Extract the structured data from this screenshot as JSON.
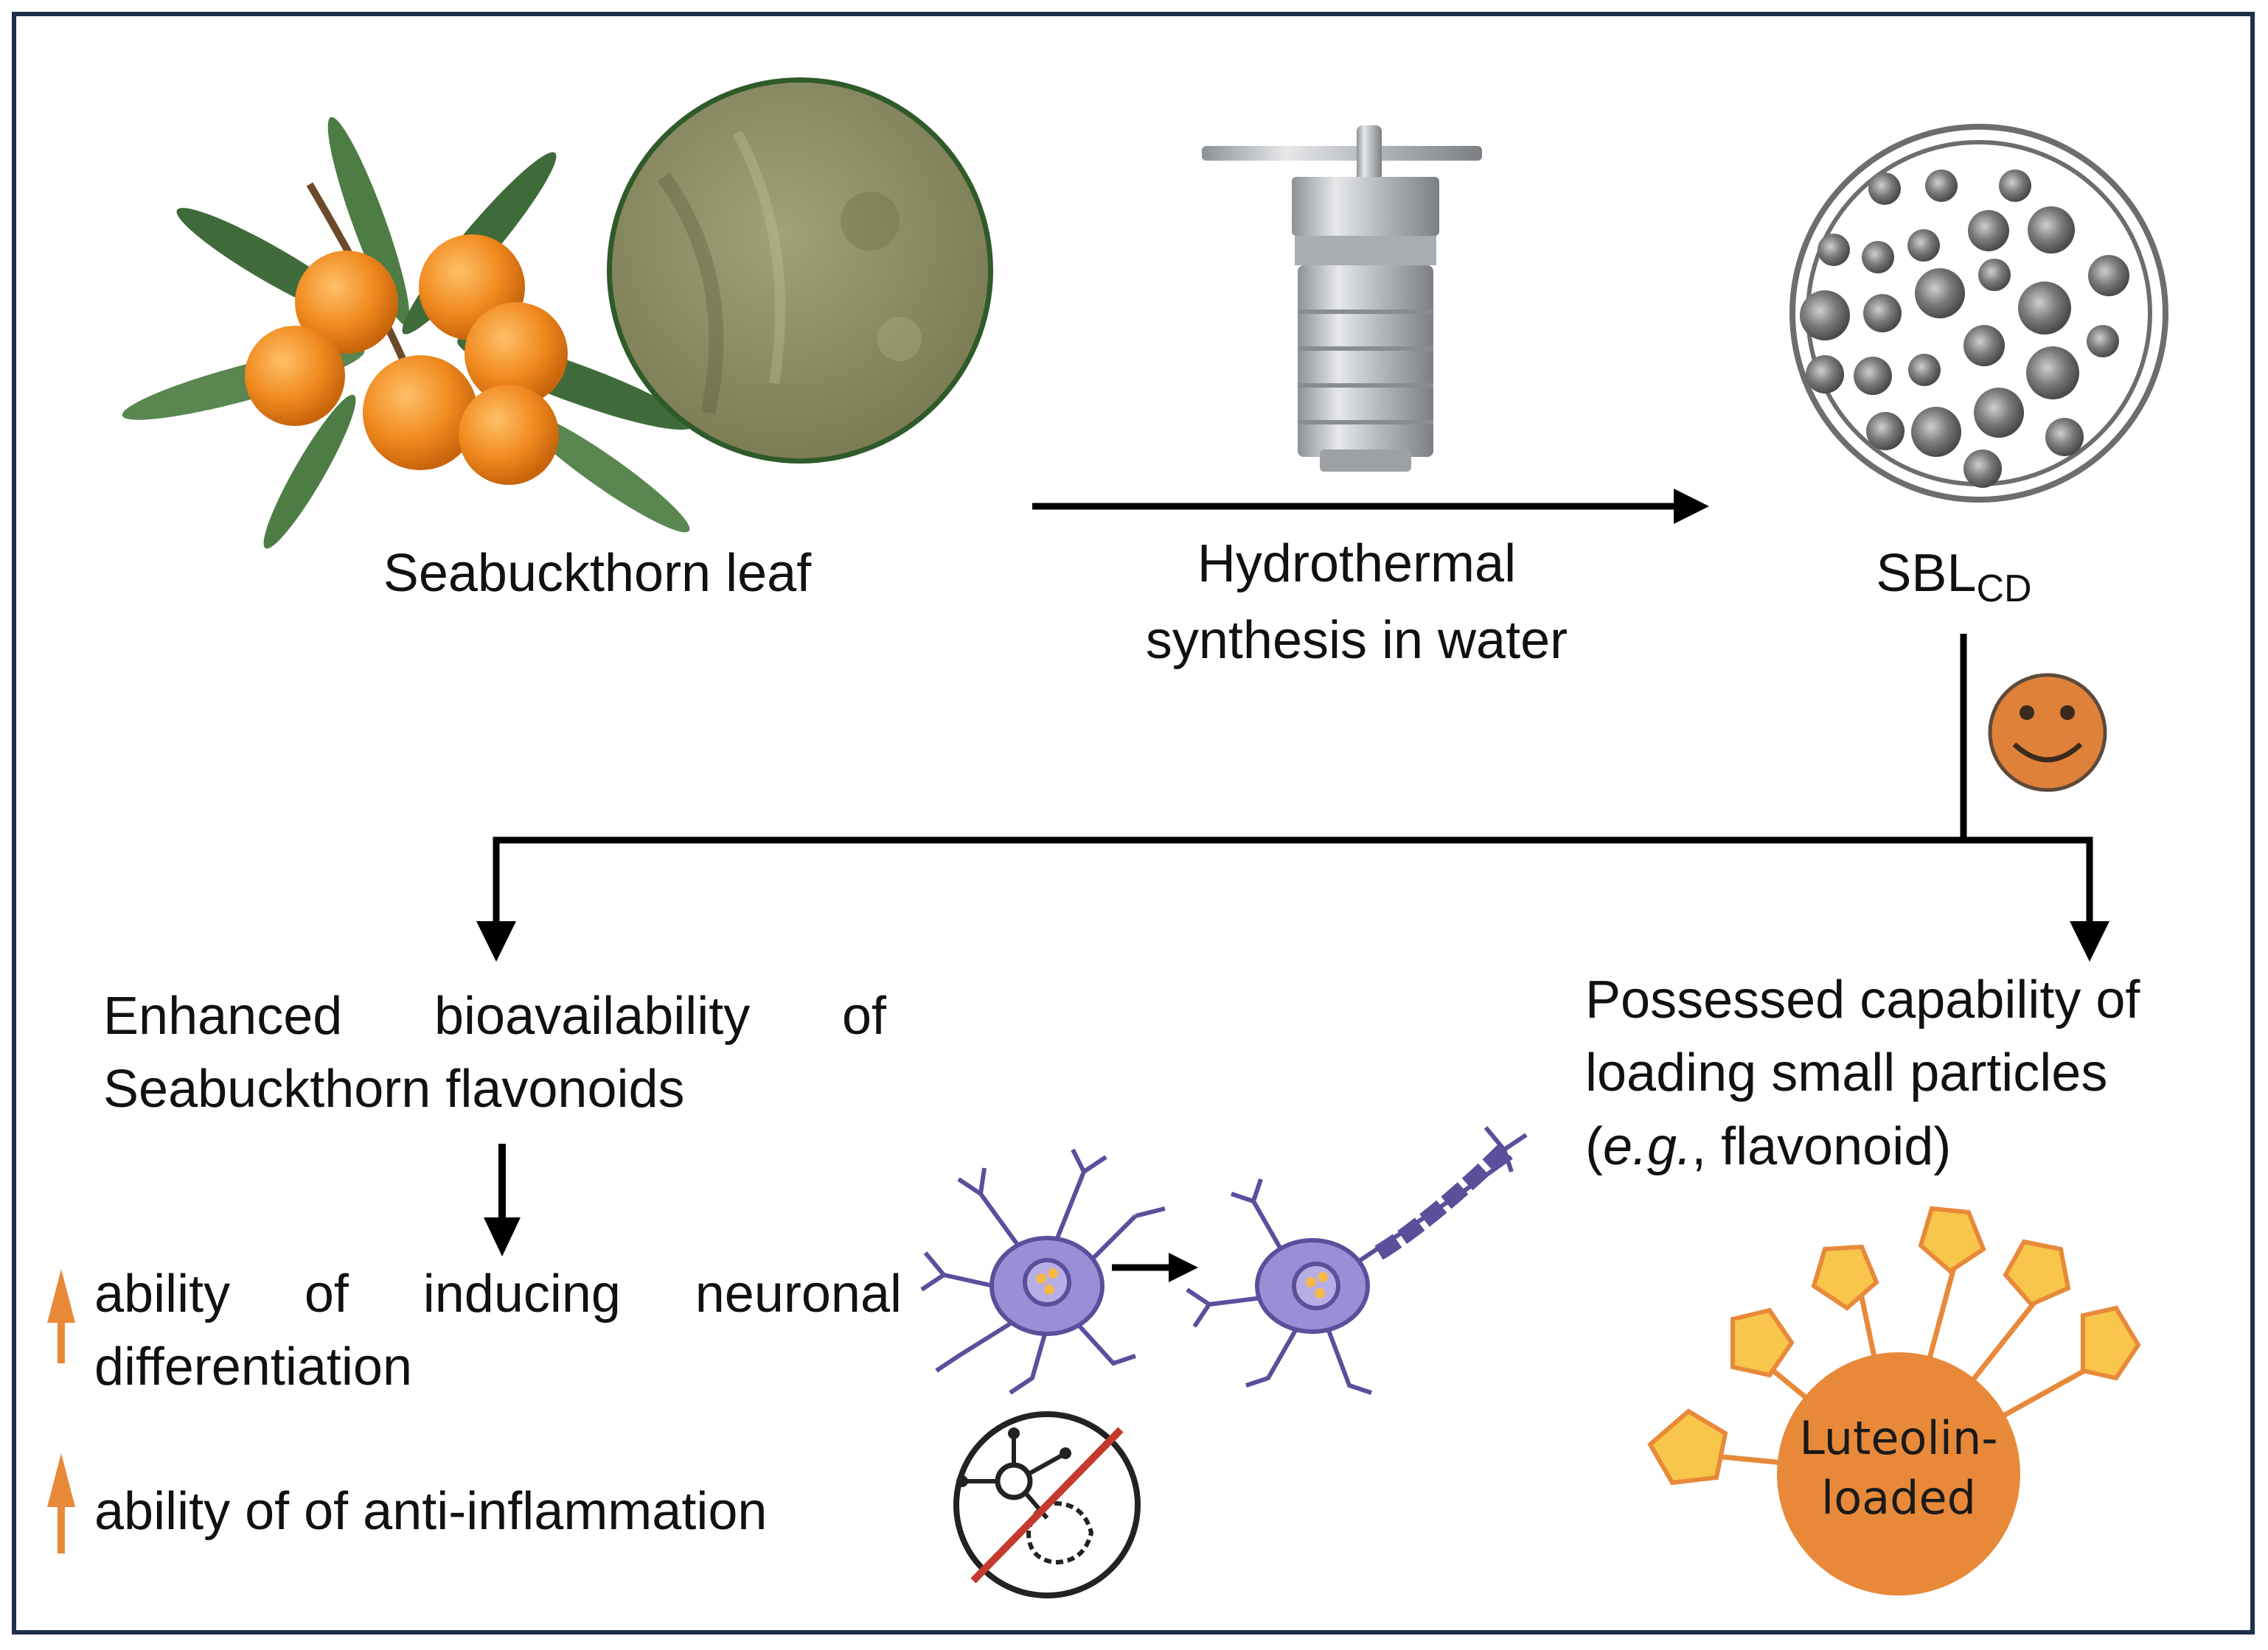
{
  "title": "",
  "top_row": {
    "source_label": "Seabuckthorn leaf",
    "process_label_line1": "Hydrothermal",
    "process_label_line2": "synthesis in water",
    "product_label_main": "SBL",
    "product_label_sub": "CD"
  },
  "left_branch": {
    "heading_line1": "Enhanced bioavailability of",
    "heading_line2": "Seabuckthorn flavonoids",
    "effect1_line1": "ability of inducing neuronal",
    "effect1_line2": "differentiation",
    "effect2": "ability of of anti-inflammation"
  },
  "right_branch": {
    "line1": "Possessed capability of",
    "line2": "loading small particles",
    "line3_prefix": "(",
    "line3_italic": "e.g.",
    "line3_suffix": ", flavonoid)",
    "core_label_line1": "Luteolin-",
    "core_label_line2": "loaded"
  },
  "colors": {
    "frame": "#1f2f4a",
    "arrow": "#000000",
    "up_arrow": "#e8893a",
    "berry": "#f08a1e",
    "leaf": "#3f6b3a",
    "powder": "#8a8a5e",
    "steel": "#b9bcc0",
    "dot": "#6d6d6d",
    "smiley": "#e0813a",
    "core": "#e8893a",
    "pentagon": "#f8c64a",
    "neuron": "#9a8fd6",
    "prohibit": "#c53a2e"
  },
  "icons": [
    "seabuckthorn-icon",
    "powder-icon",
    "autoclave-icon",
    "carbon-dots-icon",
    "smiley-icon",
    "neuron-icon",
    "anti-inflammation-icon",
    "loaded-particle-icon",
    "up-arrow-icon"
  ]
}
